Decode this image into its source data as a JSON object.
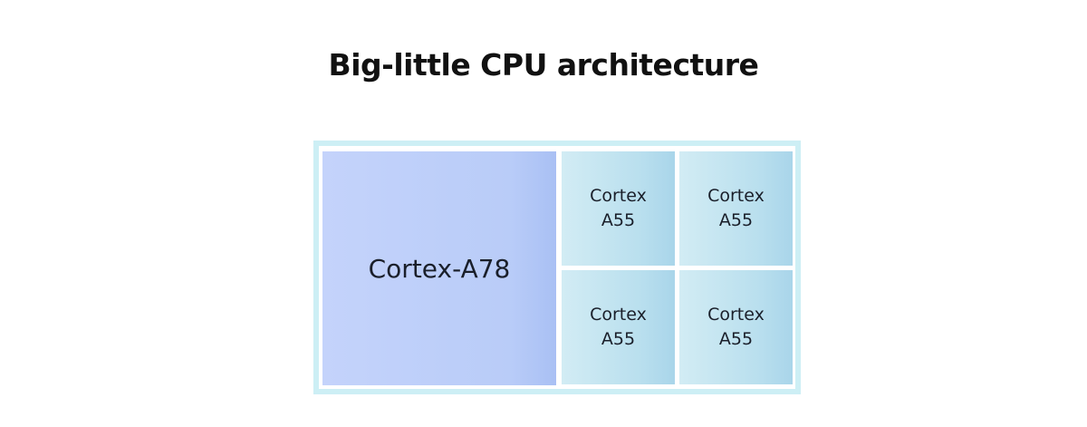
{
  "title": "Big-little CPU architecture",
  "big_core": {
    "label": "Cortex-A78"
  },
  "little_cores": [
    {
      "line1": "Cortex",
      "line2": "A55"
    },
    {
      "line1": "Cortex",
      "line2": "A55"
    },
    {
      "line1": "Cortex",
      "line2": "A55"
    },
    {
      "line1": "Cortex",
      "line2": "A55"
    }
  ],
  "colors": {
    "frame": "#cdeff5",
    "big_core": "#bccffa",
    "little_core": "#bfe2ef"
  }
}
